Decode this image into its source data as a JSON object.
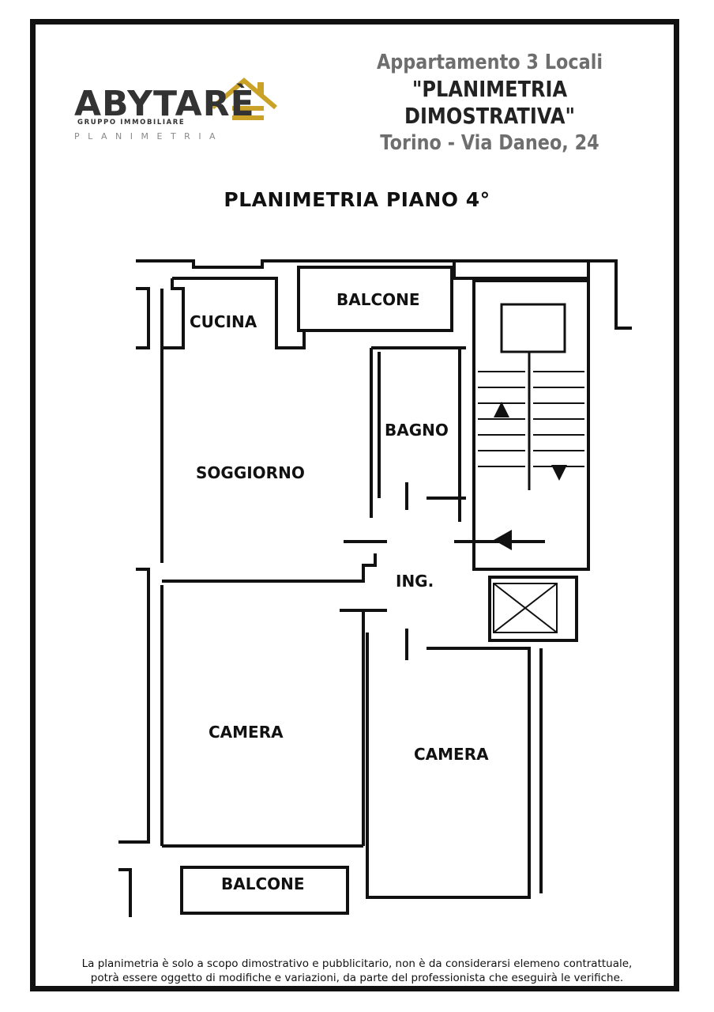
{
  "logo": {
    "name": "ABYTARÈ",
    "subtitle": "GRUPPO IMMOBILIARE",
    "tagline": "PLANIMETRIA",
    "accent_color": "#c9a227"
  },
  "header": {
    "line1": "Appartamento 3 Locali",
    "line2": "\"PLANIMETRIA DIMOSTRATIVA\"",
    "line3": "Torino - Via Daneo, 24"
  },
  "plan_title": "PLANIMETRIA PIANO 4°",
  "rooms": {
    "cucina": "CUCINA",
    "balcone_top": "BALCONE",
    "bagno": "BAGNO",
    "soggiorno": "SOGGIORNO",
    "ingresso": "ING.",
    "camera_left": "CAMERA",
    "camera_right": "CAMERA",
    "balcone_bottom": "BALCONE"
  },
  "footer": {
    "line1": "La planimetria è solo a scopo dimostrativo e pubblicitario, non è da considerarsi elemeno contrattuale,",
    "line2": "potrà essere oggetto di modifiche e variazioni, da parte del professionista che eseguirà le verifiche."
  }
}
